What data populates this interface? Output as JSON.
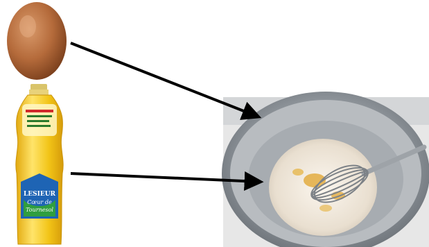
{
  "bottle": {
    "brand": "LESIEUR",
    "product_line1": "Cœur de",
    "product_line2": "Tournesol"
  },
  "colors": {
    "background": "#ffffff",
    "arrow": "#000000",
    "egg": "#b56b3b",
    "oil": "#f2c417",
    "bowl": "#9aa0a6",
    "flour": "#efe7dc",
    "yolk": "#e0a32a"
  },
  "icons": [
    "egg-image",
    "oil-bottle-image",
    "mixing-bowl-image",
    "whisk-icon"
  ]
}
